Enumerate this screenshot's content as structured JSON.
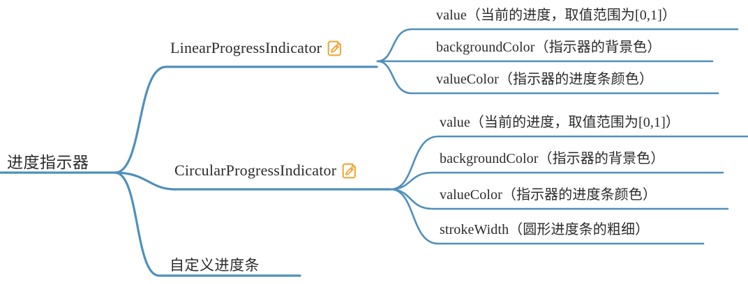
{
  "theme": {
    "line_color": "#4f8fbb",
    "line_color_light": "#7fb0d0",
    "text_color": "#2b2b2b",
    "icon_color": "#efa73a",
    "background": "#ffffff"
  },
  "mindmap": {
    "root": {
      "label": "进度指示器"
    },
    "branches": [
      {
        "label": "LinearProgressIndicator",
        "icon": "edit-note-icon",
        "has_icon": true,
        "children": [
          {
            "label": "value（当前的进度，取值范围为[0,1]）"
          },
          {
            "label": "backgroundColor（指示器的背景色）"
          },
          {
            "label": "valueColor（指示器的进度条颜色）"
          }
        ]
      },
      {
        "label": "CircularProgressIndicator",
        "icon": "edit-note-icon",
        "has_icon": true,
        "children": [
          {
            "label": "value（当前的进度，取值范围为[0,1]）"
          },
          {
            "label": "backgroundColor（指示器的背景色）"
          },
          {
            "label": "valueColor（指示器的进度条颜色）"
          },
          {
            "label": "strokeWidth（圆形进度条的粗细）"
          }
        ]
      },
      {
        "label": "自定义进度条",
        "has_icon": false,
        "children": []
      }
    ]
  }
}
